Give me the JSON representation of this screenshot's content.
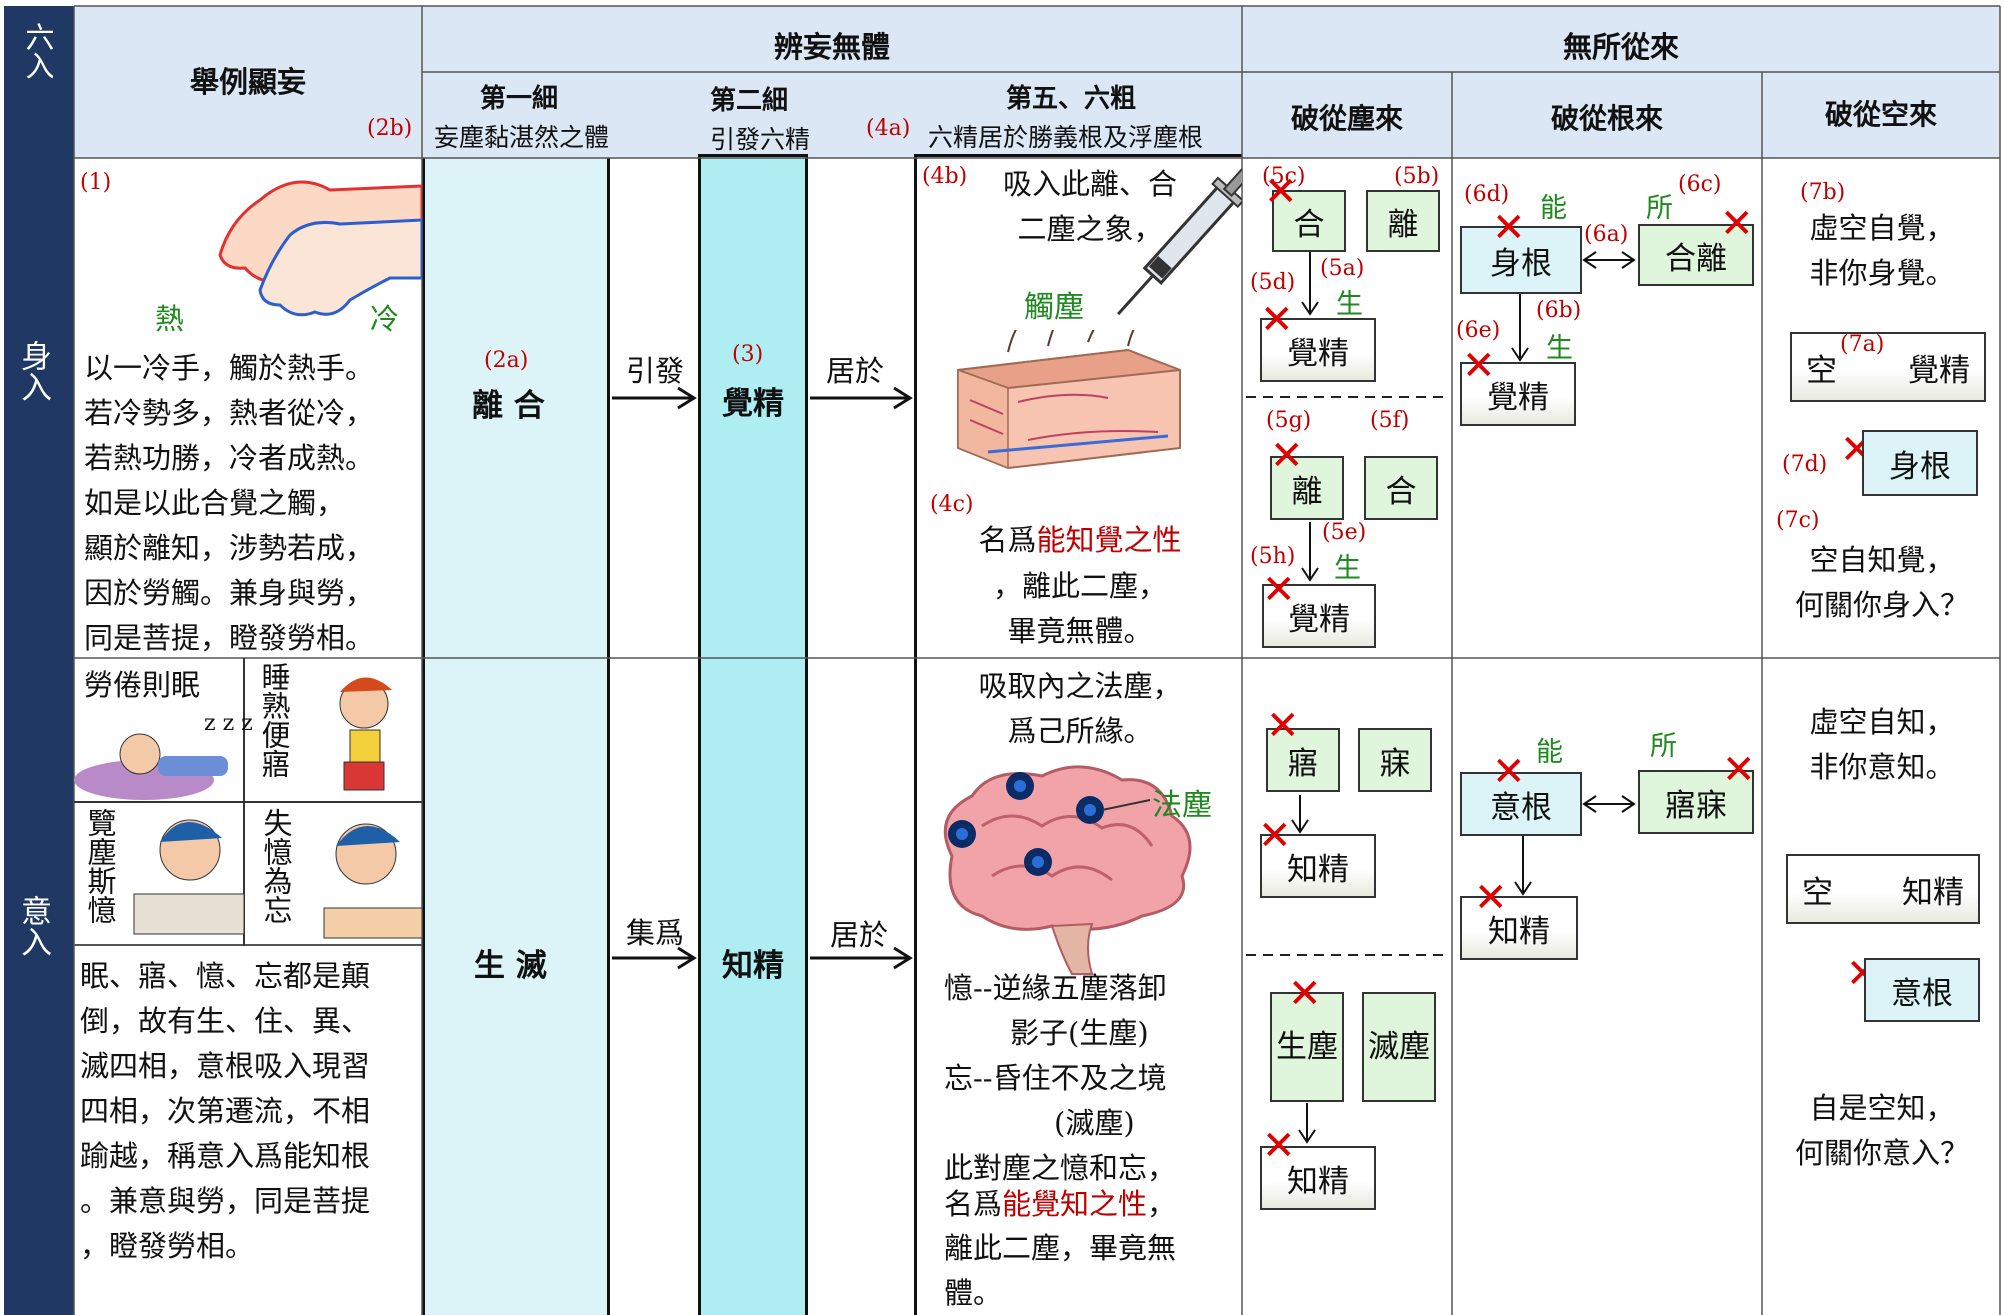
{
  "header": {
    "six_entries": "六入",
    "example": "舉例顯妄",
    "example_label": "(2b)",
    "distinguish": "辨妄無體",
    "no_origin": "無所從來",
    "sub1_title": "第一細",
    "sub1_desc": "妄塵黏湛然之體",
    "sub2_title": "第二細",
    "sub2_desc": "引發六精",
    "sub3_label": "(4a)",
    "sub3_title": "第五、六粗",
    "sub3_desc": "六精居於勝義根及浮塵根",
    "refute_dust": "破從塵來",
    "refute_root": "破從根來",
    "refute_space": "破從空來"
  },
  "rows": {
    "body": {
      "label": "身入",
      "example_label": "(1)",
      "hot": "熱",
      "cold": "冷",
      "example_text": [
        "以一冷手，觸於熱手。",
        "若冷勢多，熱者從冷，",
        "若熱功勝，冷者成熱。",
        "如是以此合覺之觸，",
        "顯於離知，涉勢若成，",
        "因於勞觸。兼身與勞，",
        "同是菩提，瞪發勞相。"
      ],
      "first_label": "(2a)",
      "first": "離 合",
      "arrow1": "引發",
      "second_label": "(3)",
      "second": "覺精",
      "arrow2": "居於",
      "coarse_label_top": "(4b)",
      "coarse_top": [
        "吸入此離、合",
        "二塵之象，"
      ],
      "coarse_dust": "觸塵",
      "coarse_label_bottom": "(4c)",
      "coarse_bottom_prefix": "名爲",
      "coarse_bottom_red": "能知覺之性",
      "coarse_bottom_rest": [
        "，離此二塵，",
        "畢竟無體。"
      ],
      "dust": {
        "top": {
          "lbl_c": "(5c)",
          "lbl_b": "(5b)",
          "box1": "合",
          "box2": "離",
          "lbl_d": "(5d)",
          "lbl_a": "(5a)",
          "gen": "生",
          "result": "覺精"
        },
        "bottom": {
          "lbl_g": "(5g)",
          "lbl_f": "(5f)",
          "box1": "離",
          "box2": "合",
          "lbl_h": "(5h)",
          "lbl_e": "(5e)",
          "gen": "生",
          "result": "覺精"
        }
      },
      "root": {
        "lbl_d": "(6d)",
        "able": "能",
        "so": "所",
        "lbl_c": "(6c)",
        "root_box": "身根",
        "lbl_a": "(6a)",
        "obj_box": "合離",
        "lbl_e": "(6e)",
        "lbl_b": "(6b)",
        "gen": "生",
        "result": "覺精"
      },
      "space": {
        "lbl_b": "(7b)",
        "text1": [
          "虛空自覺，",
          "非你身覺。"
        ],
        "space_box_left": "空",
        "lbl_a": "(7a)",
        "space_box_right": "覺精",
        "lbl_d": "(7d)",
        "root_box": "身根",
        "lbl_c": "(7c)",
        "text2": [
          "空自知覺，",
          "何關你身入？"
        ]
      }
    },
    "mind": {
      "label": "意入",
      "panel1": "勞倦則眠",
      "panel2": "睡熟便寤",
      "panel3": "覽塵斯憶",
      "panel4": "失憶為忘",
      "example_text": [
        "眠、寤、憶、忘都是顛",
        "倒，故有生、住、異、",
        "滅四相，意根吸入現習",
        "四相，次第遷流，不相",
        "踰越，稱意入爲能知根",
        "。兼意與勞，同是菩提",
        "，瞪發勞相。"
      ],
      "first": "生 滅",
      "arrow1": "集爲",
      "second": "知精",
      "arrow2": "居於",
      "coarse_top": [
        "吸取內之法塵，",
        "爲己所緣。"
      ],
      "coarse_dust": "法塵",
      "coarse_lines": [
        "憶--逆緣五塵落卸",
        "影子(生塵)",
        "忘--昏住不及之境",
        "(滅塵)",
        "此對塵之憶和忘，"
      ],
      "coarse_prefix": "名爲",
      "coarse_red": "能覺知之性",
      "coarse_after": "，",
      "coarse_end": [
        "離此二塵，畢竟無",
        "體。"
      ],
      "dust": {
        "top": {
          "box1": "寤",
          "box2": "寐",
          "result": "知精"
        },
        "bottom": {
          "box1": "生塵",
          "box2": "滅塵",
          "result": "知精"
        }
      },
      "root": {
        "able": "能",
        "so": "所",
        "root_box": "意根",
        "obj_box": "寤寐",
        "result": "知精"
      },
      "space": {
        "text1": [
          "虛空自知，",
          "非你意知。"
        ],
        "space_box_left": "空",
        "space_box_right": "知精",
        "root_box": "意根",
        "text2": [
          "自是空知，",
          "何關你意入？"
        ]
      }
    }
  },
  "colors": {
    "dark_blue": "#1f3864",
    "light_blue": "#dbe7f5",
    "cyan": "#dcf4f7",
    "green_box": "#dff5dc",
    "red": "#c00000"
  }
}
